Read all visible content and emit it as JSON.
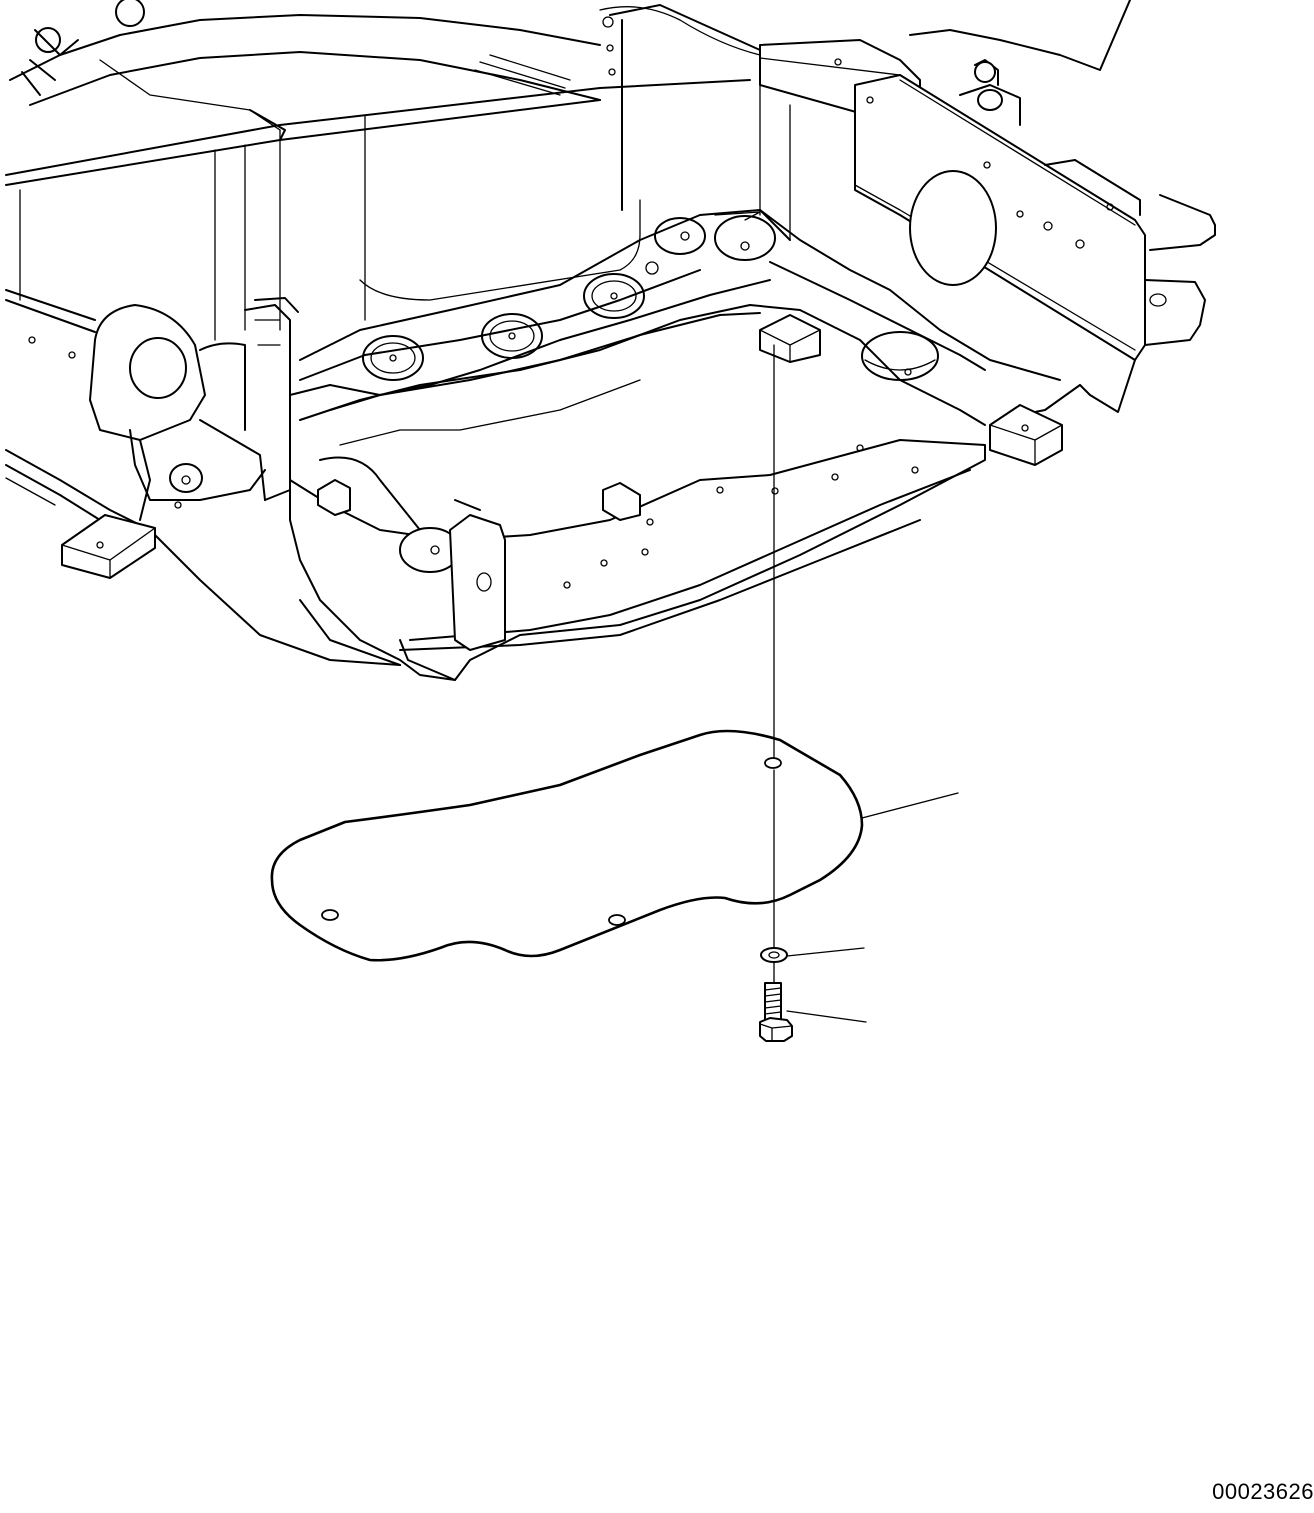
{
  "drawing": {
    "drawing_number": "00023626",
    "components": [
      {
        "id": "frame",
        "icon": "revolving-frame-assembly"
      },
      {
        "id": "cover",
        "icon": "undercover-plate"
      },
      {
        "id": "washer",
        "icon": "washer"
      },
      {
        "id": "bolt",
        "icon": "hex-bolt"
      }
    ]
  }
}
